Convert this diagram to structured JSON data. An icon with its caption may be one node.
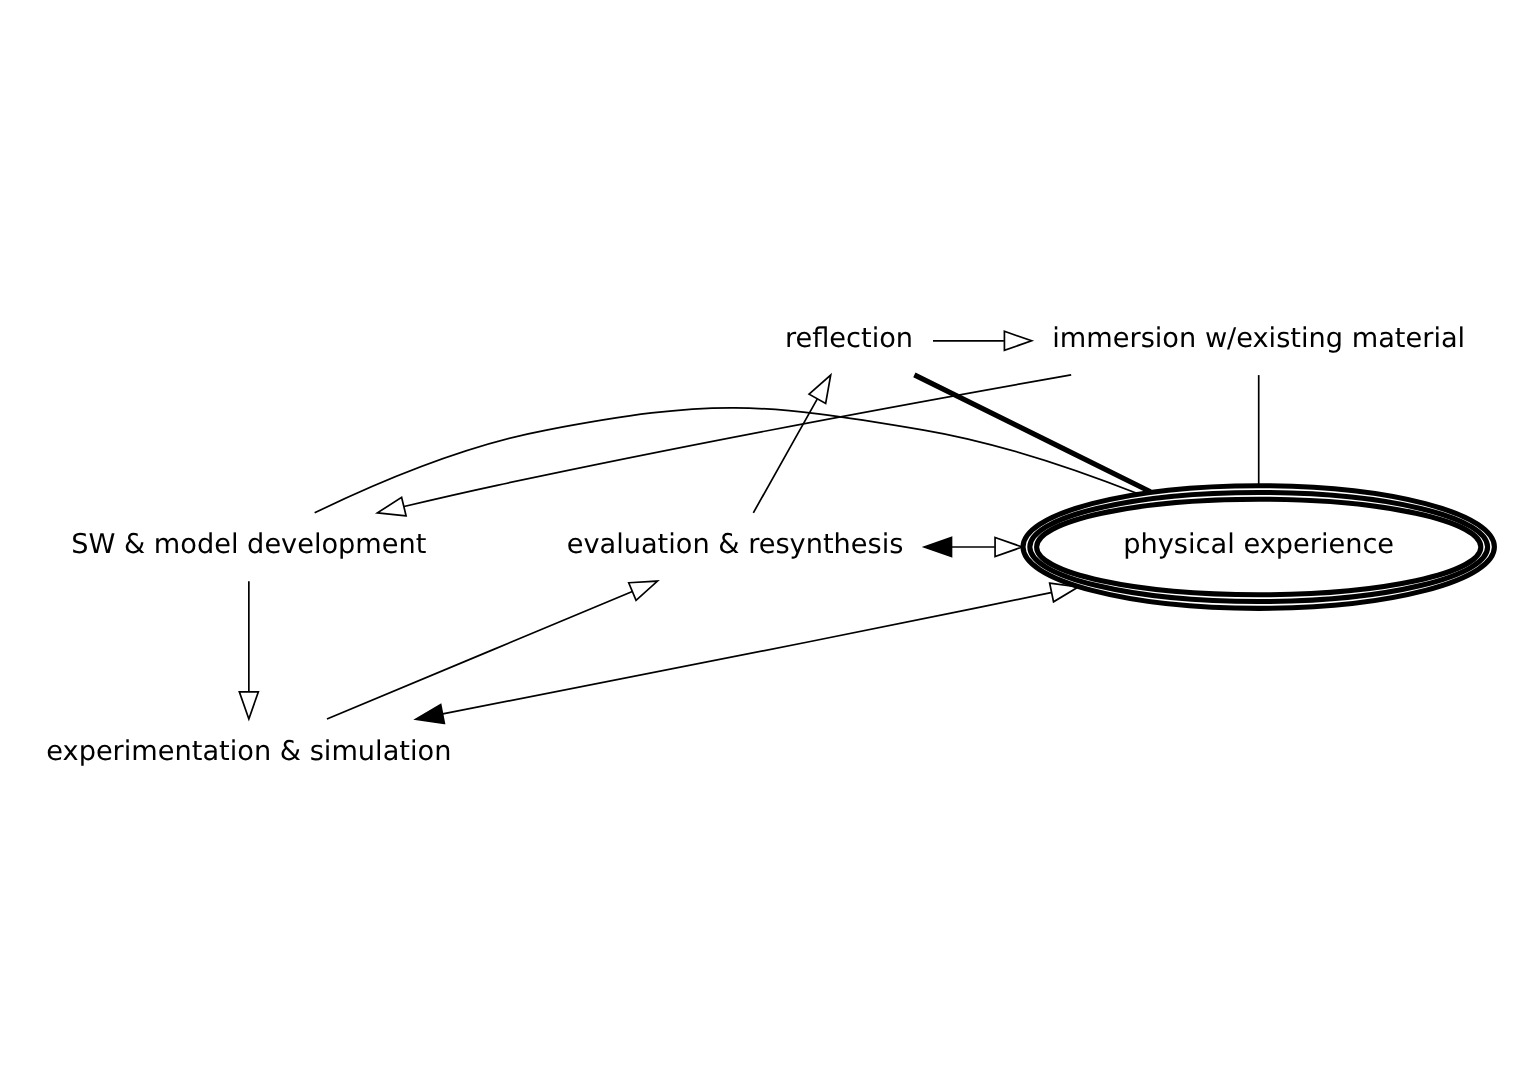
{
  "diagram": {
    "nodes": [
      {
        "text": [
          "reflection"
        ]
      },
      {
        "text": [
          "immersion w/existing material"
        ]
      },
      {
        "text": [
          "SW & model development"
        ]
      },
      {
        "text": [
          "experimentation & simulation"
        ]
      },
      {
        "text": [
          "evaluation & resynthesis"
        ]
      },
      {
        "text": [
          "physical experience"
        ]
      }
    ],
    "edges": [
      {
        "from": 0,
        "to": 1,
        "arrow": "to"
      },
      {
        "from": 1,
        "to": 2,
        "arrow": "to"
      },
      {
        "from": 2,
        "to": 3,
        "arrow": "to"
      },
      {
        "from": 3,
        "to": 4,
        "arrow": "to"
      },
      {
        "from": 4,
        "to": 0,
        "arrow": "to"
      },
      {
        "from": 0,
        "to": 5,
        "arrow": "none",
        "style": "thick"
      },
      {
        "from": 1,
        "to": 5,
        "arrow": "none"
      },
      {
        "from": 2,
        "to": 5,
        "arrow": "none"
      },
      {
        "from": 4,
        "to": 5,
        "arrow": "both"
      },
      {
        "from": 3,
        "to": 5,
        "arrow": "both"
      }
    ]
  }
}
